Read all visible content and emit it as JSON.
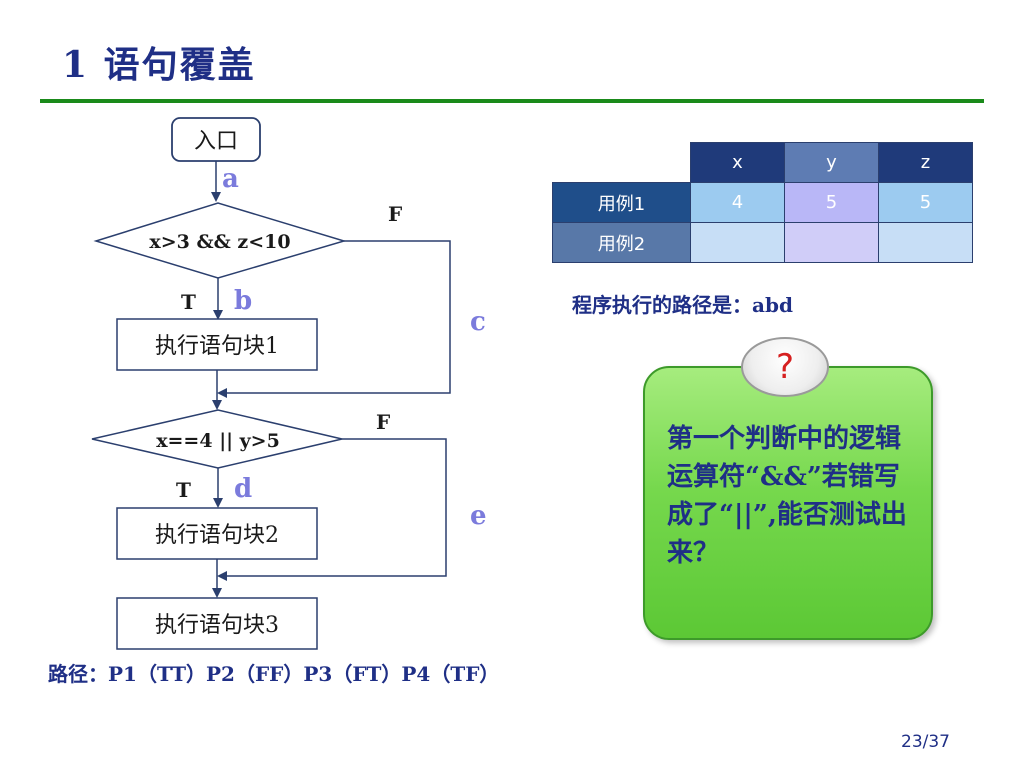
{
  "title": "1 语句覆盖",
  "flowchart": {
    "entry": "入口",
    "decision1": "x>3 && z<10",
    "decision2": "x==4 || y>5",
    "block1": "执行语句块1",
    "block2": "执行语句块2",
    "block3": "执行语句块3",
    "edge_a": "a",
    "edge_b": "b",
    "edge_c": "c",
    "edge_d": "d",
    "edge_e": "e",
    "t1": "T",
    "f1": "F",
    "t2": "T",
    "f2": "F"
  },
  "table": {
    "headers": [
      "x",
      "y",
      "z"
    ],
    "rows": [
      {
        "label": "用例1",
        "values": [
          "4",
          "5",
          "5"
        ]
      },
      {
        "label": "用例2",
        "values": [
          "",
          "",
          ""
        ]
      }
    ]
  },
  "path_result": "程序执行的路径是：abd",
  "callout": {
    "qmark": "?",
    "text": "第一个判断中的逻辑运算符“&&”若错写成了“||”,能否测试出来？"
  },
  "paths_line": "路径：P1（TT）P2（FF）P3（FT）P4（TF）",
  "page_number": "23/37",
  "colors": {
    "title": "#1f2f86",
    "rule": "#1a8a1a",
    "edge_label": "#7b7bdc",
    "callout": "#76d84d"
  }
}
